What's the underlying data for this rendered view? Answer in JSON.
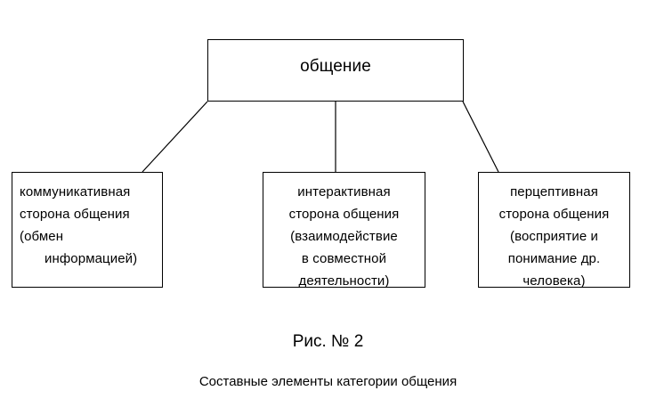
{
  "diagram": {
    "root": {
      "label": "общение"
    },
    "children": [
      {
        "id": "communicative",
        "lines": [
          "коммуникативная",
          "сторона общения",
          "(обмен",
          "информацией)"
        ],
        "align": "left"
      },
      {
        "id": "interactive",
        "lines": [
          "интерактивная",
          "сторона общения",
          "(взаимодействие",
          "в совместной",
          "деятельности)"
        ],
        "align": "center"
      },
      {
        "id": "perceptive",
        "lines": [
          "перцептивная",
          "сторона общения",
          "(восприятие и",
          "понимание др.",
          "человека)"
        ],
        "align": "center"
      }
    ]
  },
  "figure": {
    "number": "Рис. № 2",
    "caption": "Составные элементы категории общения"
  },
  "colors": {
    "stroke": "#000000",
    "background": "#ffffff",
    "text": "#000000"
  }
}
